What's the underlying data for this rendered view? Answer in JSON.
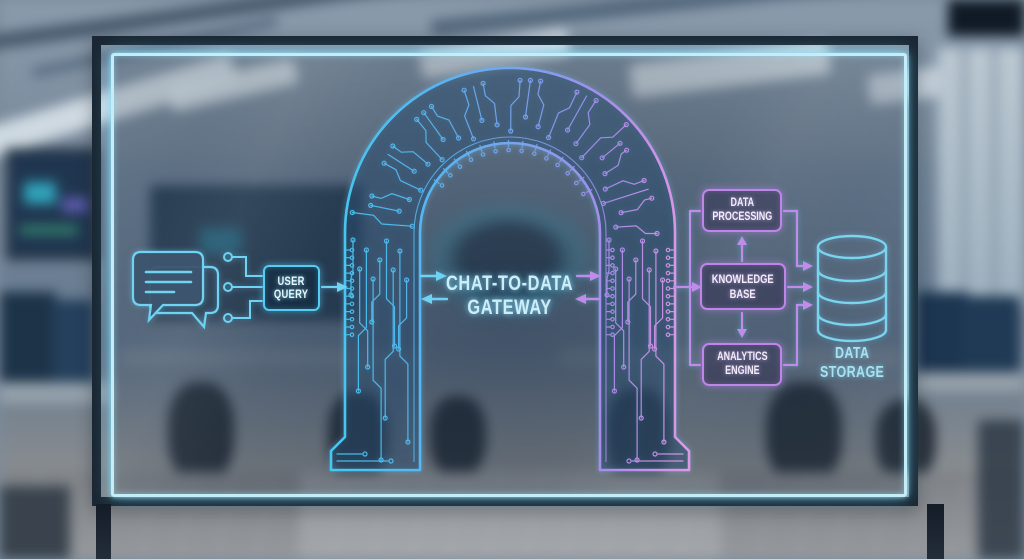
{
  "accent_colors": {
    "cyan": "#5ad0f2",
    "purple": "#bf87e8"
  },
  "diagram": {
    "chat": {
      "icon": "chat-bubbles-icon"
    },
    "user_query": {
      "lines": [
        "USER",
        "QUERY"
      ]
    },
    "gateway": {
      "lines": [
        "CHAT-TO-DATA",
        "GATEWAY"
      ]
    },
    "data_processing": {
      "lines": [
        "DATA",
        "PROCESSING"
      ]
    },
    "knowledge_base": {
      "lines": [
        "KNOWLEDGE",
        "BASE"
      ]
    },
    "analytics_engine": {
      "lines": [
        "ANALYTICS",
        "ENGINE"
      ]
    },
    "data_storage": {
      "icon": "database-icon",
      "lines": [
        "DATA",
        "STORAGE"
      ]
    }
  }
}
